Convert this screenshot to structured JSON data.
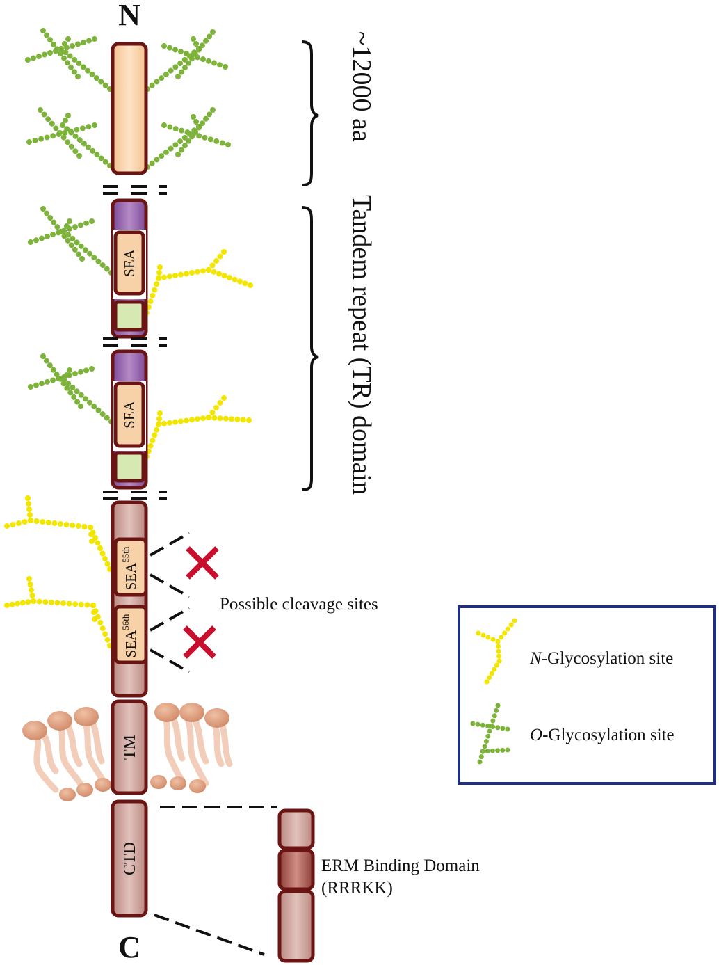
{
  "terminals": {
    "n": "N",
    "c": "C"
  },
  "brackets": {
    "top": "~12000 aa",
    "tr": "Tandem repeat (TR) domain"
  },
  "domains": {
    "sea1": "SEA",
    "sea2": "SEA",
    "sea3": "SEA",
    "sea3_sup": "55th",
    "sea4": "SEA",
    "sea4_sup": "56th",
    "tm": "TM",
    "ctd": "CTD"
  },
  "cleavage": {
    "label": "Possible cleavage sites"
  },
  "erm": {
    "line1": "ERM Binding Domain",
    "line2": "(RRRKK)"
  },
  "legend": {
    "n_italic": "N",
    "n_rest": "-Glycosylation site",
    "o_italic": "O",
    "o_rest": "-Glycosylation site"
  },
  "colors": {
    "n_glycan": "#f2e600",
    "o_glycan": "#7db33a",
    "tr_block": "#f7cfa3",
    "purple": "#8e5aa8",
    "green_box": "#d6e9b3",
    "mauve": "#c79a92",
    "erm_dark": "#a35a52",
    "outline": "#6b1414",
    "membrane": "#e0a587",
    "legend_border": "#1f2f7a",
    "cleavage_x": "#c8102e"
  }
}
